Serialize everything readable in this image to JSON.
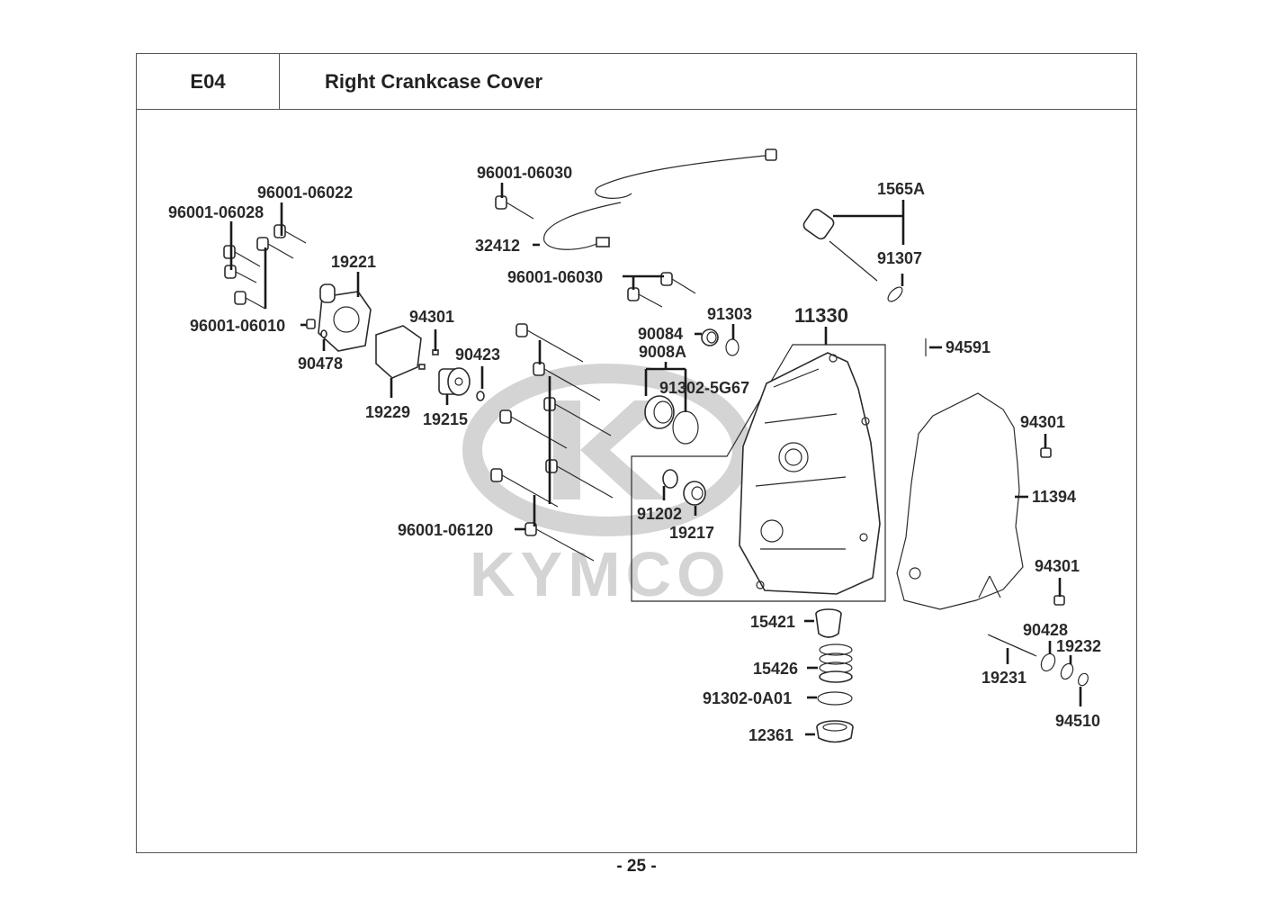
{
  "header": {
    "section_code": "E04",
    "title": "Right Crankcase Cover"
  },
  "watermark": {
    "brand": "KYMCO",
    "color": "#d4d4d4"
  },
  "parts": [
    {
      "id": "p-96001-06022",
      "part_no": "96001-06022",
      "description_icon": "flange-bolt-icon"
    },
    {
      "id": "p-96001-06028",
      "part_no": "96001-06028",
      "description_icon": "flange-bolt-icon"
    },
    {
      "id": "p-96001-06010",
      "part_no": "96001-06010",
      "description_icon": "small-bolt-icon"
    },
    {
      "id": "p-90478",
      "part_no": "90478",
      "description_icon": "washer-icon"
    },
    {
      "id": "p-19221",
      "part_no": "19221",
      "description_icon": "water-pump-cover-icon"
    },
    {
      "id": "p-94301a",
      "part_no": "94301",
      "description_icon": "dowel-pin-icon"
    },
    {
      "id": "p-19229",
      "part_no": "19229",
      "description_icon": "gasket-icon"
    },
    {
      "id": "p-19215",
      "part_no": "19215",
      "description_icon": "impeller-icon"
    },
    {
      "id": "p-90423",
      "part_no": "90423",
      "description_icon": "washer-icon"
    },
    {
      "id": "p-96001-06030a",
      "part_no": "96001-06030",
      "description_icon": "flange-bolt-icon"
    },
    {
      "id": "p-32412",
      "part_no": "32412",
      "description_icon": "wire-harness-icon"
    },
    {
      "id": "p-96001-06030b",
      "part_no": "96001-06030",
      "description_icon": "flange-bolt-icon"
    },
    {
      "id": "p-96001-06120",
      "part_no": "96001-06120",
      "description_icon": "long-bolt-icon"
    },
    {
      "id": "p-90084",
      "part_no": "90084",
      "description_icon": "plug-icon"
    },
    {
      "id": "p-91303",
      "part_no": "91303",
      "description_icon": "o-ring-icon"
    },
    {
      "id": "p-9008A",
      "part_no": "9008A",
      "description_icon": "plug-icon"
    },
    {
      "id": "p-91302-5G67",
      "part_no": "91302-5G67",
      "description_icon": "o-ring-icon"
    },
    {
      "id": "p-11330",
      "part_no": "11330",
      "description_icon": "crankcase-cover-icon"
    },
    {
      "id": "p-91202",
      "part_no": "91202",
      "description_icon": "oil-seal-icon"
    },
    {
      "id": "p-19217",
      "part_no": "19217",
      "description_icon": "bearing-icon"
    },
    {
      "id": "p-1565A",
      "part_no": "1565A",
      "description_icon": "dipstick-icon"
    },
    {
      "id": "p-91307",
      "part_no": "91307",
      "description_icon": "o-ring-icon"
    },
    {
      "id": "p-94591",
      "part_no": "94591",
      "description_icon": "clip-icon"
    },
    {
      "id": "p-94301b",
      "part_no": "94301",
      "description_icon": "dowel-pin-icon"
    },
    {
      "id": "p-11394",
      "part_no": "11394",
      "description_icon": "cover-gasket-icon"
    },
    {
      "id": "p-94301c",
      "part_no": "94301",
      "description_icon": "dowel-pin-icon"
    },
    {
      "id": "p-90428",
      "part_no": "90428",
      "description_icon": "washer-icon"
    },
    {
      "id": "p-19232",
      "part_no": "19232",
      "description_icon": "washer-icon"
    },
    {
      "id": "p-19231",
      "part_no": "19231",
      "description_icon": "pump-shaft-icon"
    },
    {
      "id": "p-94510",
      "part_no": "94510",
      "description_icon": "circlip-icon"
    },
    {
      "id": "p-15421",
      "part_no": "15421",
      "description_icon": "oil-strainer-icon"
    },
    {
      "id": "p-15426",
      "part_no": "15426",
      "description_icon": "spring-icon"
    },
    {
      "id": "p-91302-0A01",
      "part_no": "91302-0A01",
      "description_icon": "o-ring-icon"
    },
    {
      "id": "p-12361",
      "part_no": "12361",
      "description_icon": "drain-plug-icon"
    }
  ],
  "footer": {
    "page_number": "- 25 -"
  }
}
